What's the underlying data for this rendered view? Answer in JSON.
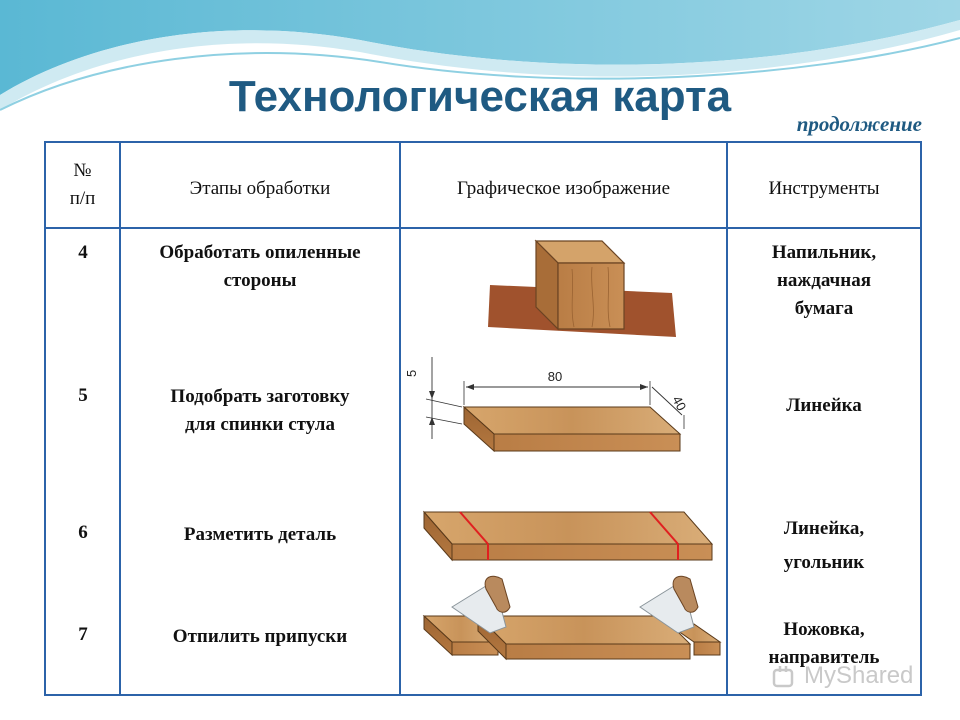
{
  "slide": {
    "title": "Технологическая карта",
    "subtitle": "продолжение"
  },
  "table": {
    "headers": {
      "number_line1": "№",
      "number_line2": "п/п",
      "stages": "Этапы обработки",
      "graphic": "Графическое изображение",
      "tools": "Инструменты"
    },
    "rows": [
      {
        "num": "4",
        "stage_line1": "Обработать опиленные",
        "stage_line2": "стороны",
        "tools_line1": "Напильник,",
        "tools_line2": "наждачная",
        "tools_line3": "бумага"
      },
      {
        "num": "5",
        "stage_line1": "Подобрать заготовку",
        "stage_line2": "для спинки стула",
        "tools_line1": "Линейка"
      },
      {
        "num": "6",
        "stage_line1": "Разметить деталь",
        "tools_line1": "Линейка,",
        "tools_line2": "угольник"
      },
      {
        "num": "7",
        "stage_line1": "Отпилить припуски",
        "tools_line1": "Ножовка,",
        "tools_line2": "направитель"
      }
    ]
  },
  "drawing": {
    "dim_length": "80",
    "dim_width": "40",
    "dim_thickness": "5"
  },
  "watermark": {
    "text": "MyShared"
  },
  "colors": {
    "title": "#1f5a82",
    "border": "#2c63a9",
    "wood": "#c8935a",
    "marking": "#e02020"
  }
}
